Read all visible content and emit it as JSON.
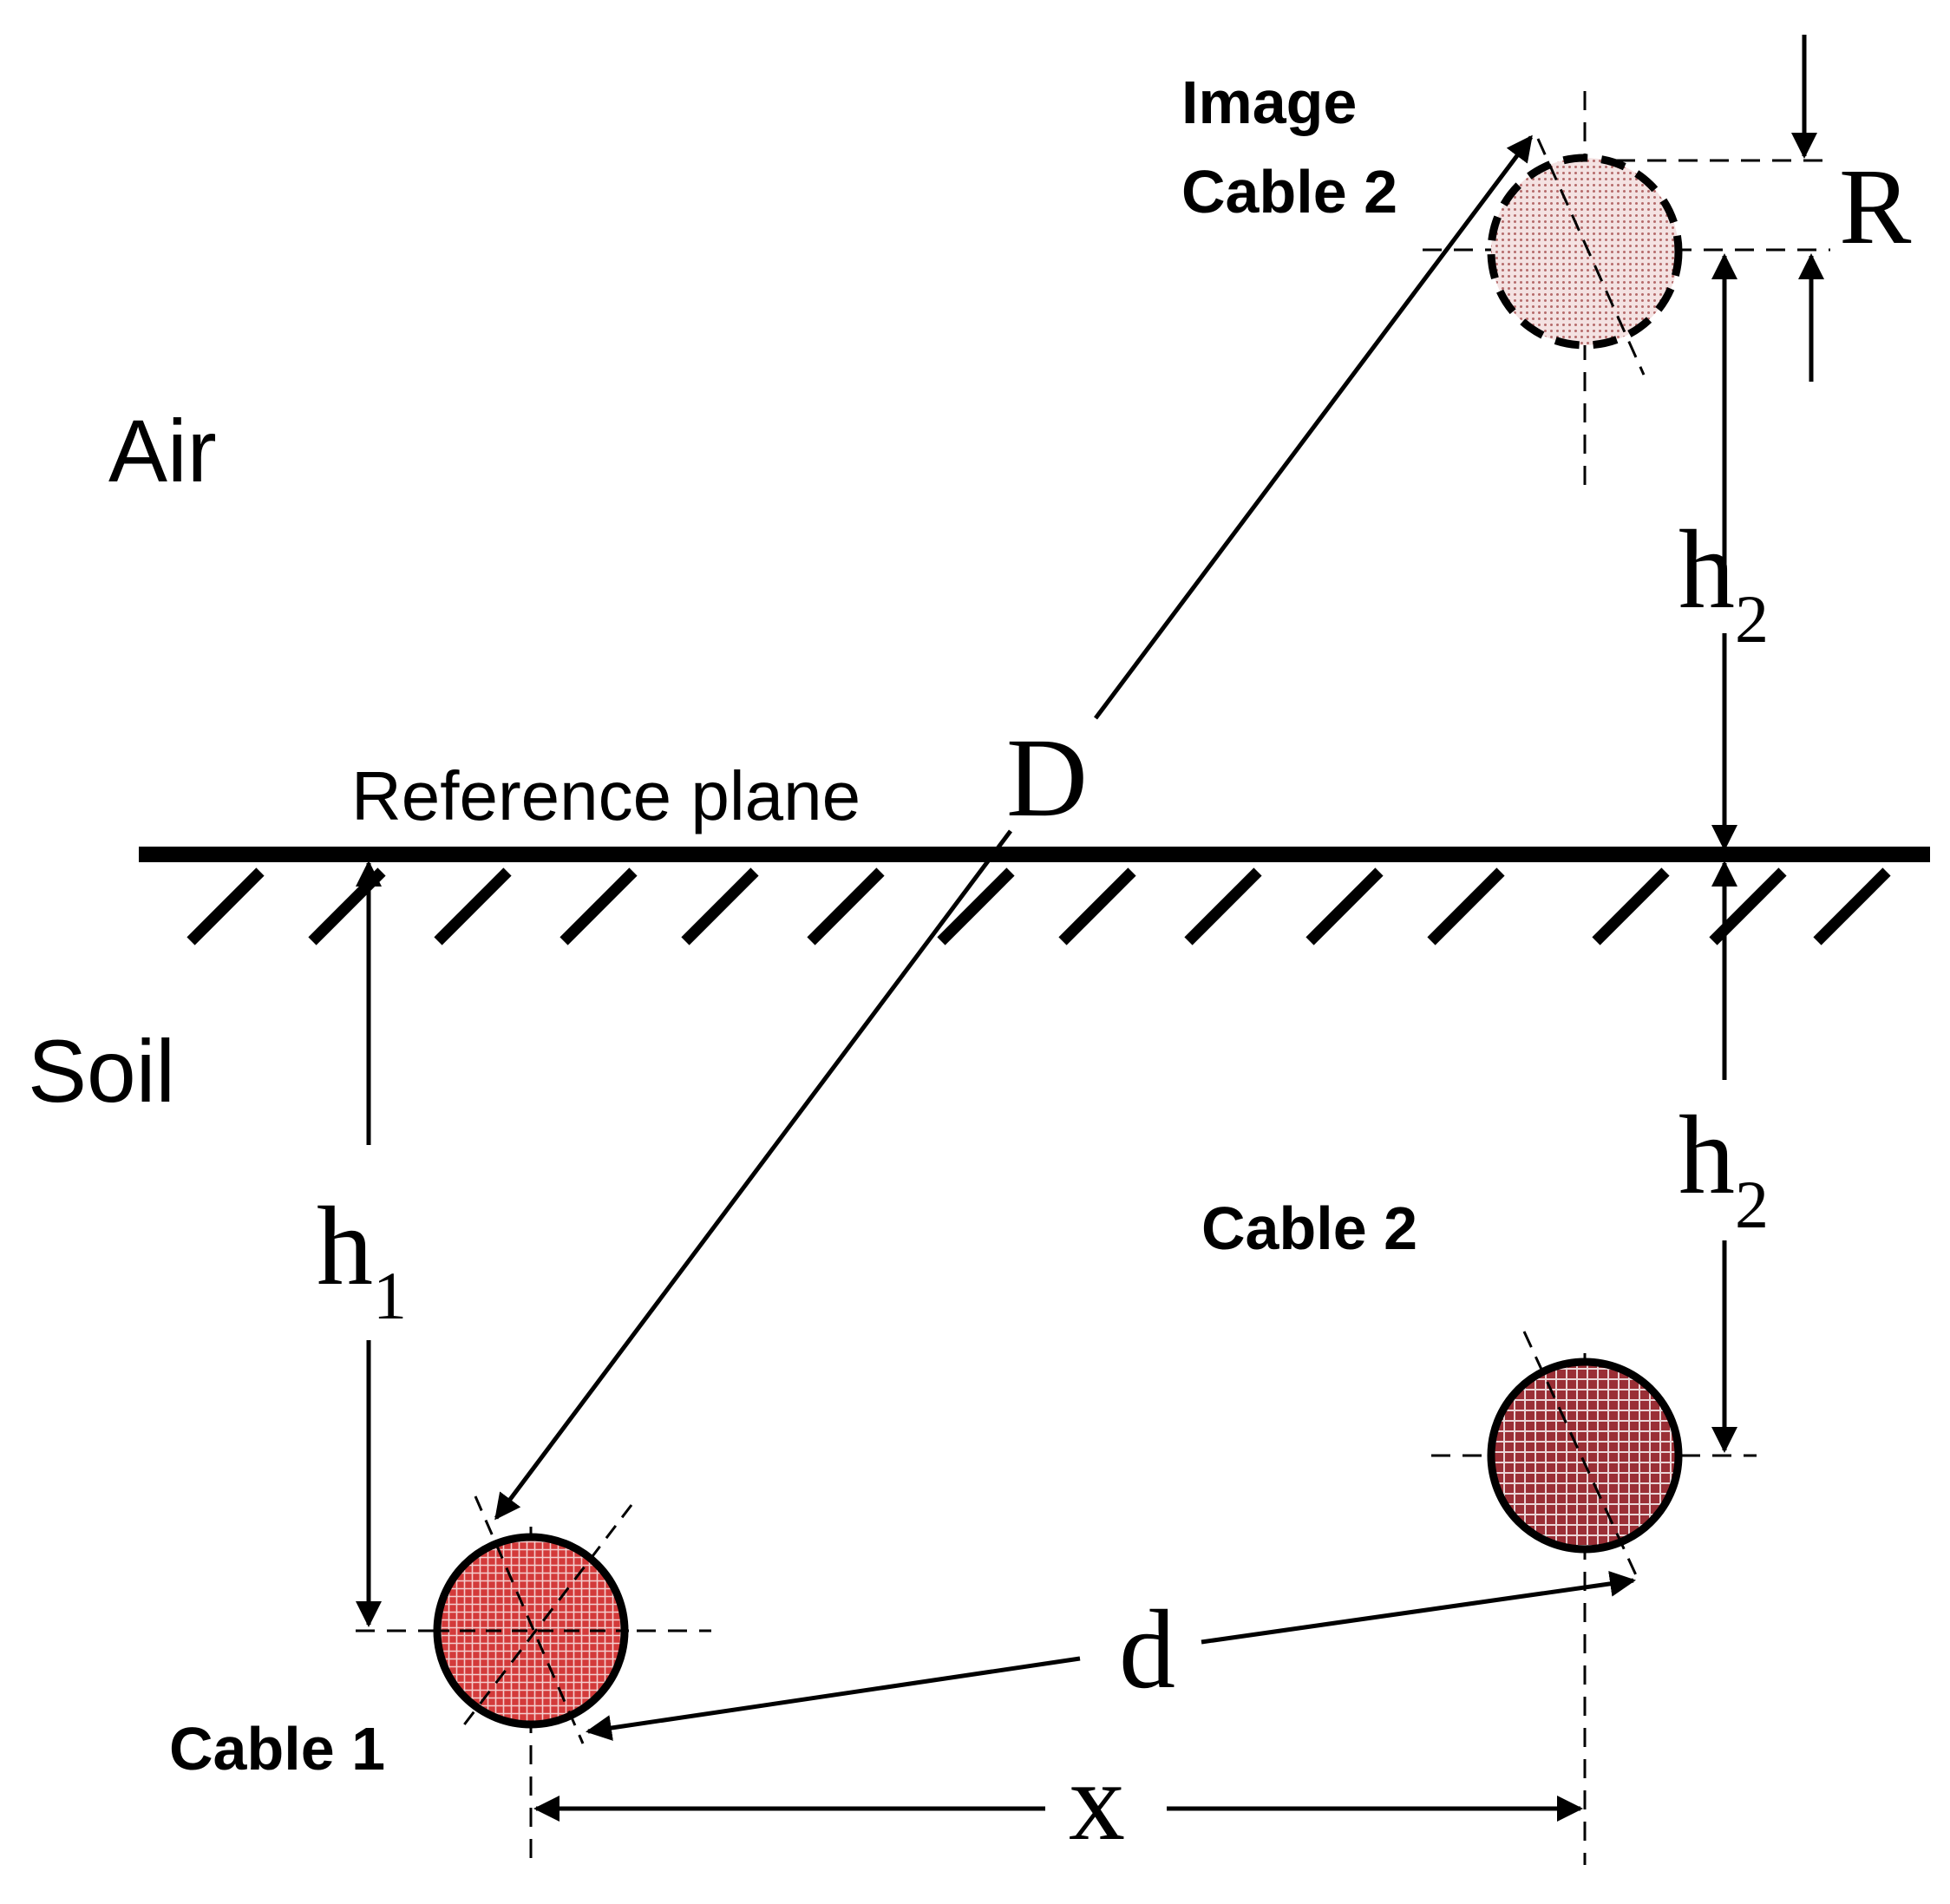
{
  "labels": {
    "air": "Air",
    "soil": "Soil",
    "reference_plane": "Reference plane",
    "image_cable_line1": "Image",
    "image_cable_line2": "Cable 2",
    "cable1": "Cable 1",
    "cable2": "Cable 2",
    "R": "R",
    "D": "D",
    "d": "d",
    "x": "x",
    "h": "h",
    "sub_1": "1",
    "sub_2": "2"
  },
  "colors": {
    "cable1_fill": "#d33a3a",
    "cable2_fill": "#9a2f36",
    "image_fill": "#dba8a8",
    "ink": "#000000"
  }
}
